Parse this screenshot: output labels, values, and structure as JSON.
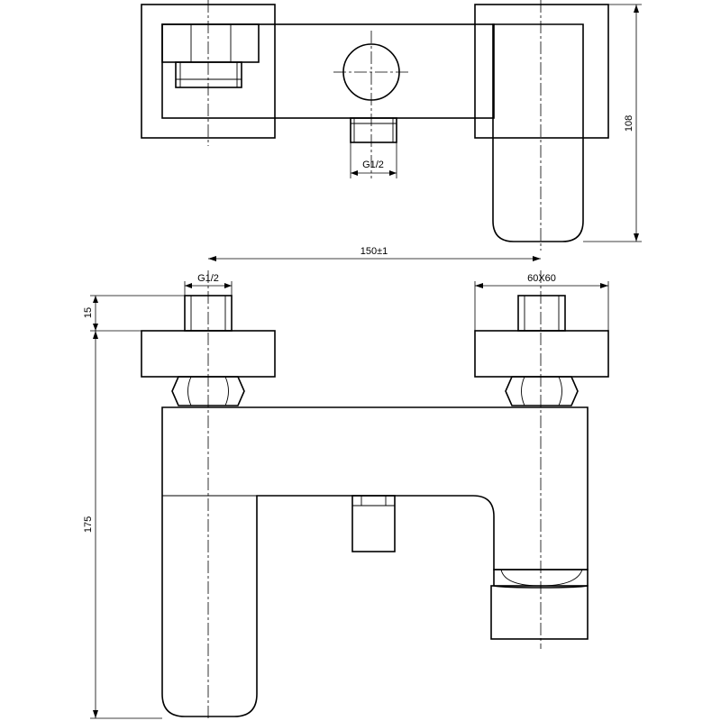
{
  "dimensions": {
    "top_g12": "G1/2",
    "height_108": "108",
    "spacing_150": "150±1",
    "front_g12": "G1/2",
    "flange_60x60": "60X60",
    "nipple_15": "15",
    "height_175": "175"
  },
  "colors": {
    "line": "#000000",
    "background": "#ffffff"
  }
}
